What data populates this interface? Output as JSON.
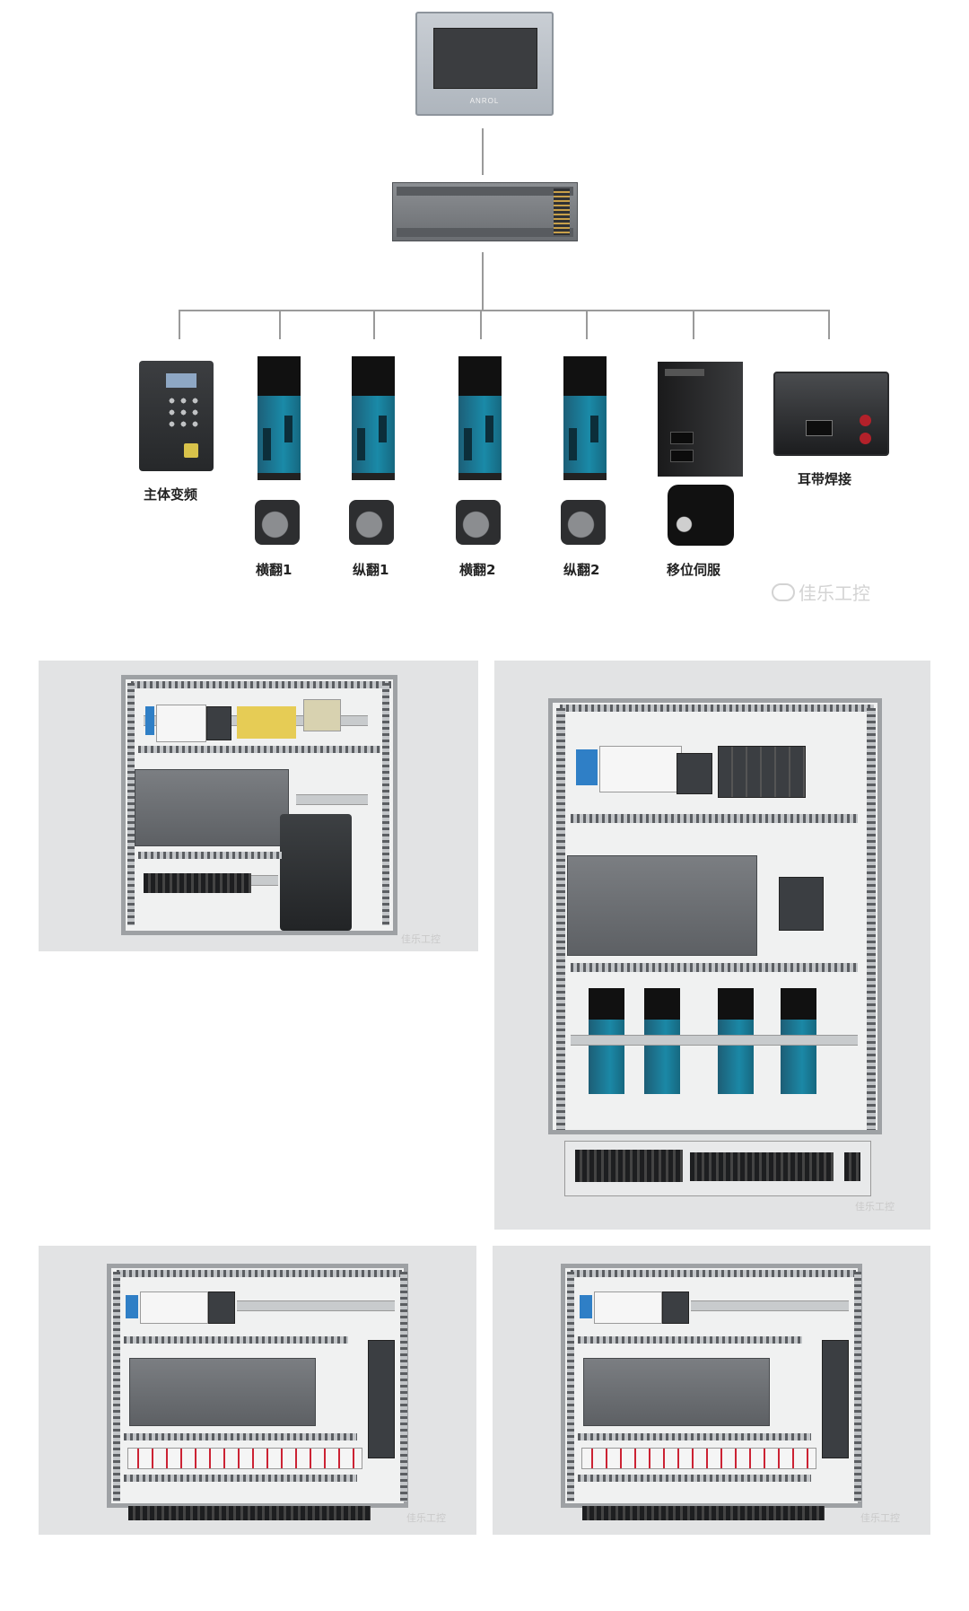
{
  "diagram": {
    "hmi_brand": "ANROL",
    "labels": {
      "inverter": "主体变频",
      "welder": "耳带焊接",
      "motor_1": "横翻1",
      "motor_2": "纵翻1",
      "motor_3": "横翻2",
      "motor_4": "纵翻2",
      "servo_move": "移位伺服"
    },
    "watermark": "佳乐工控"
  },
  "photos": {
    "watermark_small": "佳乐工控"
  },
  "colors": {
    "drive_teal": "#1a8aa8",
    "line_gray": "#9a9a9a",
    "breaker_blue": "#2f7fc6"
  }
}
